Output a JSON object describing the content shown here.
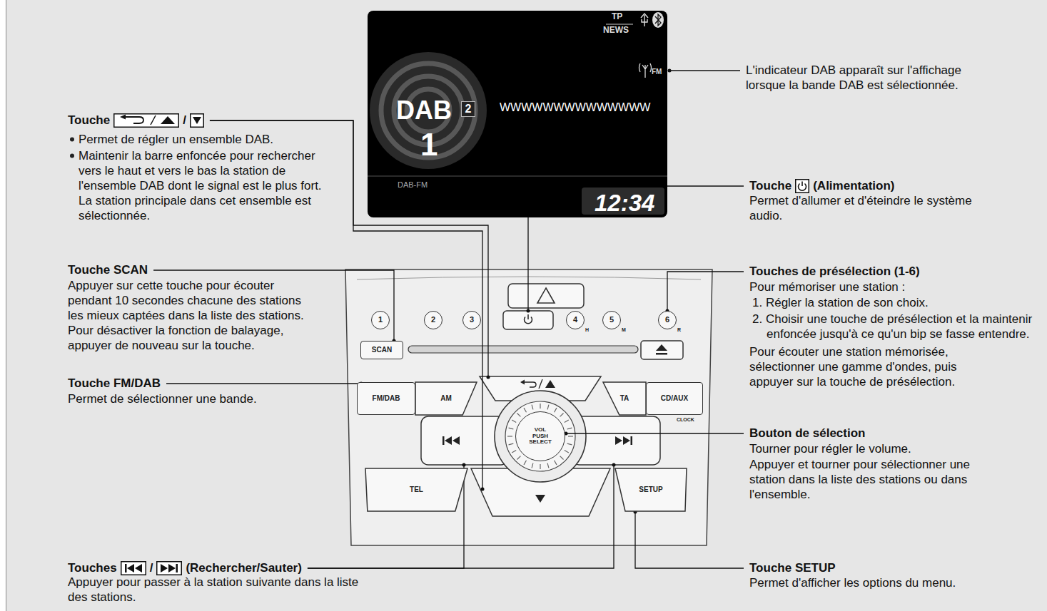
{
  "diagram": {
    "nodes": [
      {
        "text": [
          "TP",
          "NEWS",
          "FM",
          "2",
          "WWWWWWWWWWWWWW",
          "DAB",
          "1",
          "DAB-FM",
          "12:34"
        ]
      },
      {
        "text": [
          "1"
        ]
      },
      {
        "text": [
          "2"
        ]
      },
      {
        "text": [
          "3"
        ]
      },
      {
        "text": [
          "4"
        ]
      },
      {
        "text": [
          "5"
        ]
      },
      {
        "text": [
          "6"
        ]
      },
      {
        "text": [
          "SCAN"
        ]
      },
      {
        "text": [
          "FM/DAB"
        ]
      },
      {
        "text": [
          "AM"
        ]
      },
      {
        "text": [
          "TA"
        ]
      },
      {
        "text": [
          "CD/AUX"
        ]
      },
      {
        "text": [
          "VOL PUSH SELECT"
        ]
      },
      {
        "text": [
          "TEL"
        ]
      },
      {
        "text": [
          "SETUP"
        ]
      }
    ],
    "labels": [
      "Touche",
      "/",
      "Permet de régler un ensemble DAB.",
      "Maintenir la barre enfoncée pour rechercher vers le haut et vers le bas la station de l'ensemble DAB dont le signal est le plus fort. La station principale dans cet ensemble est sélectionnée.",
      "Touche SCAN",
      "Appuyer sur cette touche pour écouter pendant 10 secondes chacune des stations les mieux captées dans la liste des stations. Pour désactiver la fonction de balayage, appuyer de nouveau sur la touche.",
      "Touche FM/DAB",
      "Permet de sélectionner une bande.",
      "Touches",
      "/",
      "(Rechercher/Sauter)",
      "Appuyer pour passer à la station suivante dans la liste des stations.",
      "L'indicateur DAB apparaît sur l'affichage lorsque la bande DAB est sélectionnée.",
      "Touche",
      "(Alimentation)",
      "Permet d'allumer et d'éteindre le système audio.",
      "Touches de présélection (1-6)",
      "Pour mémoriser une station :",
      "1. Régler la station de son choix.",
      "2. Choisir une touche de présélection et la maintenir enfoncée jusqu'à ce qu'un bip se fasse entendre.",
      "Pour écouter une station mémorisée, sélectionner une gamme d'ondes, puis appuyer sur la touche de présélection.",
      "Bouton de sélection",
      "Tourner pour régler le volume.",
      "Appuyer et tourner pour sélectionner une station dans la liste des stations ou dans l'ensemble.",
      "Touche SETUP",
      "Permet d'afficher les options du menu.",
      "H",
      "M",
      "R",
      "CLOCK"
    ]
  }
}
